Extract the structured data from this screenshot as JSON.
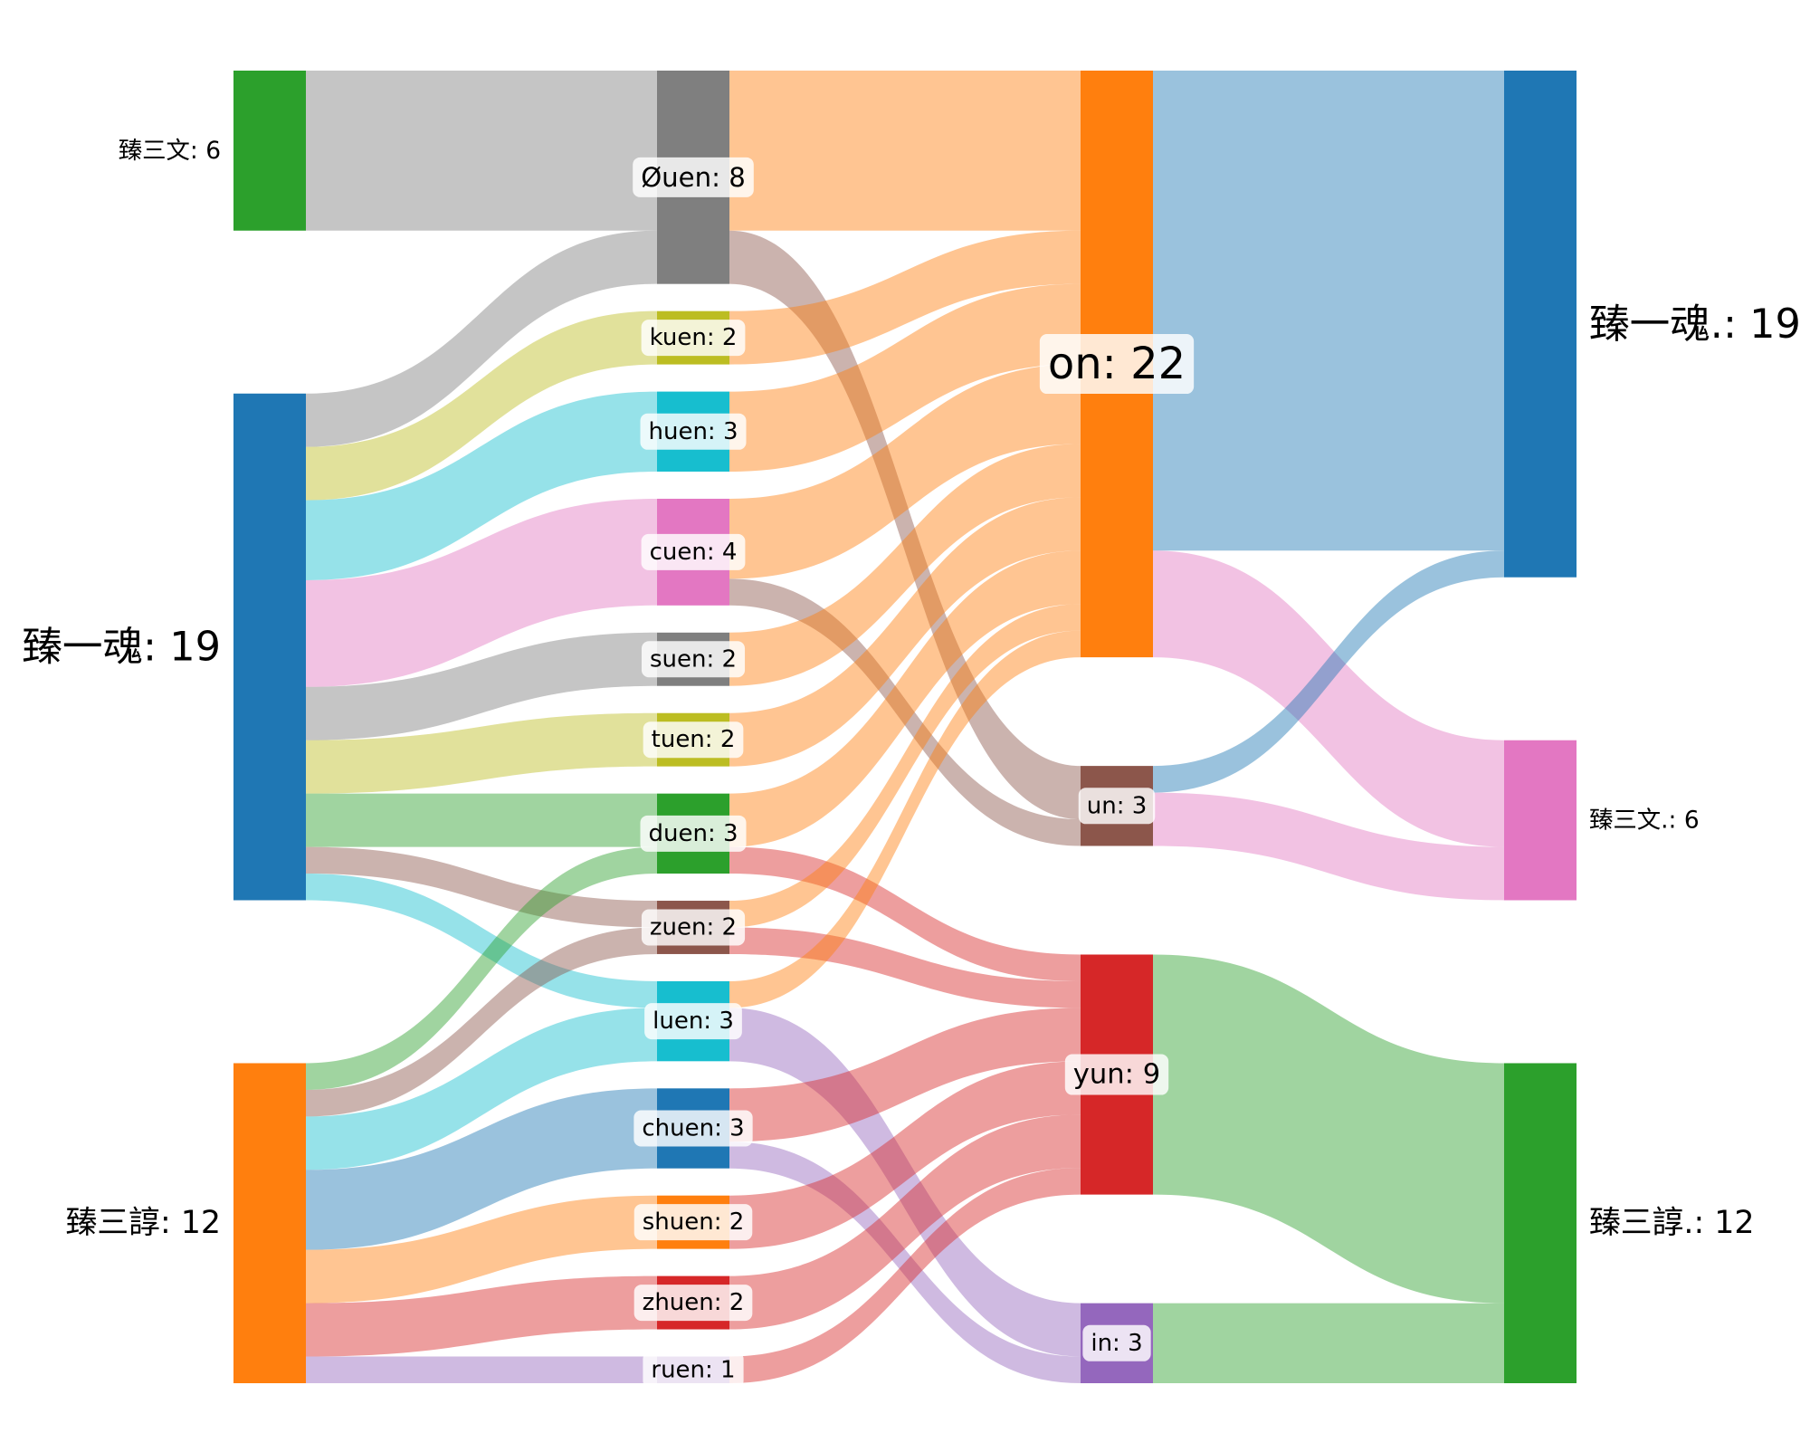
{
  "chart_data": {
    "type": "sankey",
    "columns": [
      [
        "臻三文",
        "臻一魂",
        "臻三諄"
      ],
      [
        "Øuen",
        "kuen",
        "huen",
        "cuen",
        "suen",
        "tuen",
        "duen",
        "zuen",
        "luen",
        "chuen",
        "shuen",
        "zhuen",
        "ruen"
      ],
      [
        "on",
        "un",
        "yun",
        "in"
      ],
      [
        "臻一魂.",
        "臻三文.",
        "臻三諄."
      ]
    ],
    "nodes": [
      {
        "id": "臻三文",
        "label": "臻三文: 6",
        "value": 6,
        "color": "#2ca02c"
      },
      {
        "id": "臻一魂",
        "label": "臻一魂: 19",
        "value": 19,
        "color": "#1f77b4"
      },
      {
        "id": "臻三諄",
        "label": "臻三諄: 12",
        "value": 12,
        "color": "#ff7f0e"
      },
      {
        "id": "Øuen",
        "label": "Øuen: 8",
        "value": 8,
        "color": "#7f7f7f"
      },
      {
        "id": "kuen",
        "label": "kuen: 2",
        "value": 2,
        "color": "#bcbd22"
      },
      {
        "id": "huen",
        "label": "huen: 3",
        "value": 3,
        "color": "#17becf"
      },
      {
        "id": "cuen",
        "label": "cuen: 4",
        "value": 4,
        "color": "#e377c2"
      },
      {
        "id": "suen",
        "label": "suen: 2",
        "value": 2,
        "color": "#7f7f7f"
      },
      {
        "id": "tuen",
        "label": "tuen: 2",
        "value": 2,
        "color": "#bcbd22"
      },
      {
        "id": "duen",
        "label": "duen: 3",
        "value": 3,
        "color": "#2ca02c"
      },
      {
        "id": "zuen",
        "label": "zuen: 2",
        "value": 2,
        "color": "#8c564b"
      },
      {
        "id": "luen",
        "label": "luen: 3",
        "value": 3,
        "color": "#17becf"
      },
      {
        "id": "chuen",
        "label": "chuen: 3",
        "value": 3,
        "color": "#1f77b4"
      },
      {
        "id": "shuen",
        "label": "shuen: 2",
        "value": 2,
        "color": "#ff7f0e"
      },
      {
        "id": "zhuen",
        "label": "zhuen: 2",
        "value": 2,
        "color": "#d62728"
      },
      {
        "id": "ruen",
        "label": "ruen: 1",
        "value": 1,
        "color": "#9467bd"
      },
      {
        "id": "on",
        "label": "on: 22",
        "value": 22,
        "color": "#ff7f0e"
      },
      {
        "id": "un",
        "label": "un: 3",
        "value": 3,
        "color": "#8c564b"
      },
      {
        "id": "yun",
        "label": "yun: 9",
        "value": 9,
        "color": "#d62728"
      },
      {
        "id": "in",
        "label": "in: 3",
        "value": 3,
        "color": "#9467bd"
      },
      {
        "id": "臻一魂.",
        "label": "臻一魂.: 19",
        "value": 19,
        "color": "#1f77b4"
      },
      {
        "id": "臻三文.",
        "label": "臻三文.: 6",
        "value": 6,
        "color": "#e377c2"
      },
      {
        "id": "臻三諄.",
        "label": "臻三諄.: 12",
        "value": 12,
        "color": "#2ca02c"
      }
    ],
    "links": [
      {
        "source": "臻三文",
        "target": "Øuen",
        "value": 6
      },
      {
        "source": "臻一魂",
        "target": "Øuen",
        "value": 2
      },
      {
        "source": "臻一魂",
        "target": "kuen",
        "value": 2
      },
      {
        "source": "臻一魂",
        "target": "huen",
        "value": 3
      },
      {
        "source": "臻一魂",
        "target": "cuen",
        "value": 4
      },
      {
        "source": "臻一魂",
        "target": "suen",
        "value": 2
      },
      {
        "source": "臻一魂",
        "target": "tuen",
        "value": 2
      },
      {
        "source": "臻一魂",
        "target": "duen",
        "value": 2
      },
      {
        "source": "臻一魂",
        "target": "zuen",
        "value": 1
      },
      {
        "source": "臻一魂",
        "target": "luen",
        "value": 1
      },
      {
        "source": "臻三諄",
        "target": "duen",
        "value": 1
      },
      {
        "source": "臻三諄",
        "target": "zuen",
        "value": 1
      },
      {
        "source": "臻三諄",
        "target": "luen",
        "value": 2
      },
      {
        "source": "臻三諄",
        "target": "chuen",
        "value": 3
      },
      {
        "source": "臻三諄",
        "target": "shuen",
        "value": 2
      },
      {
        "source": "臻三諄",
        "target": "zhuen",
        "value": 2
      },
      {
        "source": "臻三諄",
        "target": "ruen",
        "value": 1
      },
      {
        "source": "Øuen",
        "target": "on",
        "value": 6
      },
      {
        "source": "Øuen",
        "target": "un",
        "value": 2
      },
      {
        "source": "kuen",
        "target": "on",
        "value": 2
      },
      {
        "source": "huen",
        "target": "on",
        "value": 3
      },
      {
        "source": "cuen",
        "target": "on",
        "value": 3
      },
      {
        "source": "cuen",
        "target": "un",
        "value": 1
      },
      {
        "source": "suen",
        "target": "on",
        "value": 2
      },
      {
        "source": "tuen",
        "target": "on",
        "value": 2
      },
      {
        "source": "duen",
        "target": "on",
        "value": 2
      },
      {
        "source": "duen",
        "target": "yun",
        "value": 1
      },
      {
        "source": "zuen",
        "target": "on",
        "value": 1
      },
      {
        "source": "zuen",
        "target": "yun",
        "value": 1
      },
      {
        "source": "luen",
        "target": "on",
        "value": 1
      },
      {
        "source": "luen",
        "target": "in",
        "value": 2
      },
      {
        "source": "chuen",
        "target": "yun",
        "value": 2
      },
      {
        "source": "chuen",
        "target": "in",
        "value": 1
      },
      {
        "source": "shuen",
        "target": "yun",
        "value": 2
      },
      {
        "source": "zhuen",
        "target": "yun",
        "value": 2
      },
      {
        "source": "ruen",
        "target": "yun",
        "value": 1
      },
      {
        "source": "on",
        "target": "臻一魂.",
        "value": 18
      },
      {
        "source": "on",
        "target": "臻三文.",
        "value": 4
      },
      {
        "source": "un",
        "target": "臻一魂.",
        "value": 1
      },
      {
        "source": "un",
        "target": "臻三文.",
        "value": 2
      },
      {
        "source": "yun",
        "target": "臻三諄.",
        "value": 9
      },
      {
        "source": "in",
        "target": "臻三諄.",
        "value": 3
      }
    ]
  }
}
